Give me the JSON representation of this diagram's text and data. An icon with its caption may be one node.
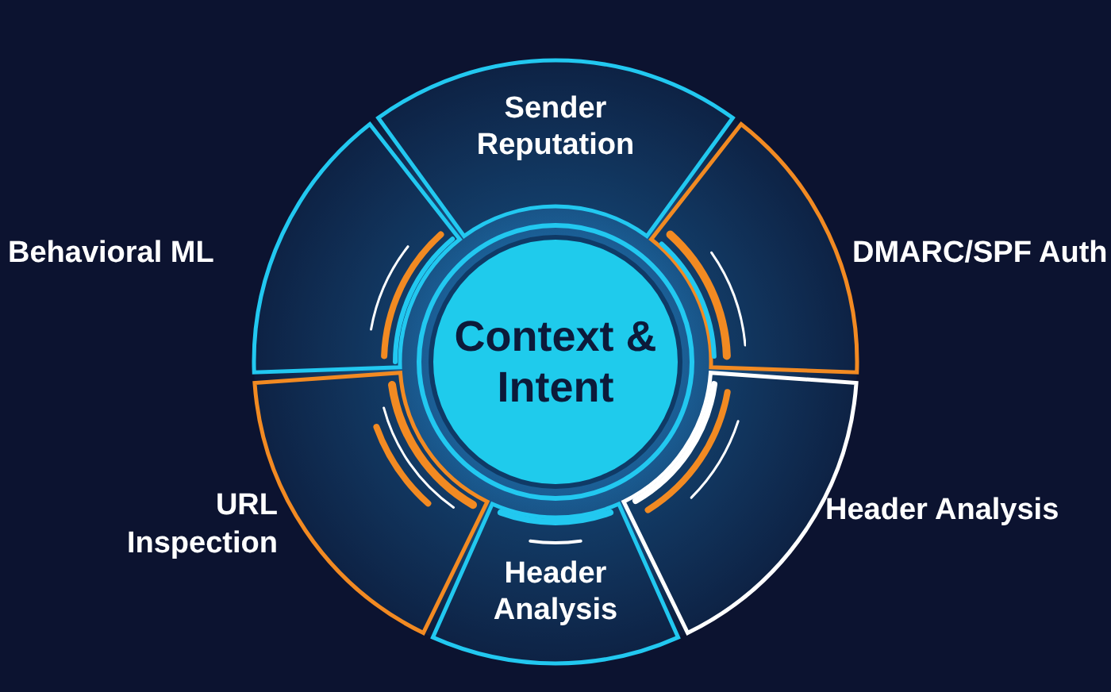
{
  "diagram": {
    "nodes": [
      {
        "text": [
          "Sender Reputation"
        ]
      },
      {
        "text": [],
        "shape": "arc",
        "beside": [
          "Behavioral ML"
        ]
      },
      {
        "text": [
          "Context & Intent"
        ]
      },
      {
        "text": [],
        "shape": "arc",
        "beside": [
          "DMARC/SPF Auth"
        ]
      },
      {
        "text": [],
        "shape": "arc",
        "beside": [
          "URL Inspection"
        ]
      },
      {
        "text": [],
        "shape": "arc",
        "beside": [
          "Header Analysis"
        ]
      },
      {
        "text": [
          "Header Analysis"
        ]
      }
    ]
  }
}
